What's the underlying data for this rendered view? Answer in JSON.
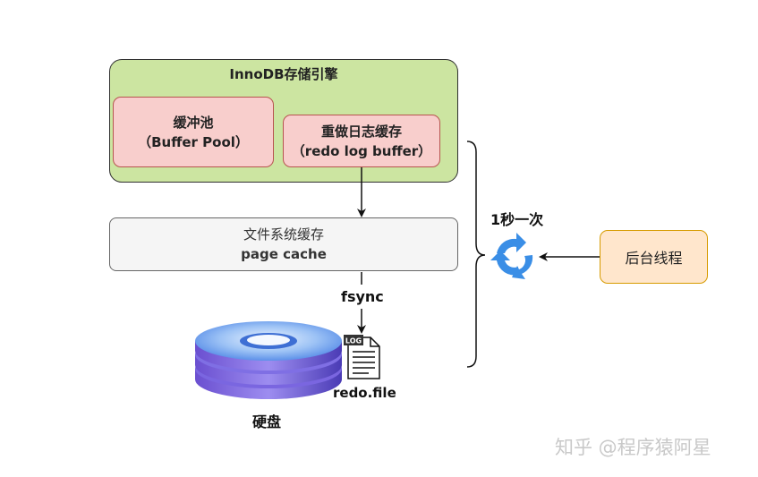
{
  "engine": {
    "title": "InnoDB存储引擎"
  },
  "buffer_pool": {
    "line1": "缓冲池",
    "line2": "（Buffer Pool）"
  },
  "redo_buffer": {
    "line1": "重做日志缓存",
    "line2": "（redo log buffer）"
  },
  "page_cache": {
    "line1": "文件系统缓存",
    "line2": "page cache"
  },
  "fsync_label": "fsync",
  "file": {
    "badge": "LOG",
    "name": "redo.file"
  },
  "disk": {
    "label": "硬盘"
  },
  "interval_label": "1秒一次",
  "thread": {
    "label": "后台线程"
  },
  "watermark": "知乎 @程序猿阿星",
  "colors": {
    "engine_fill": "#cce5a1",
    "pink_fill": "#f8cecc",
    "pink_border": "#b85450",
    "cache_fill": "#f5f5f5",
    "thread_fill": "#ffe6cc",
    "thread_border": "#d79b00",
    "cycle_blue": "#3a8ee6",
    "disk_blue": "#4a6fd8"
  }
}
